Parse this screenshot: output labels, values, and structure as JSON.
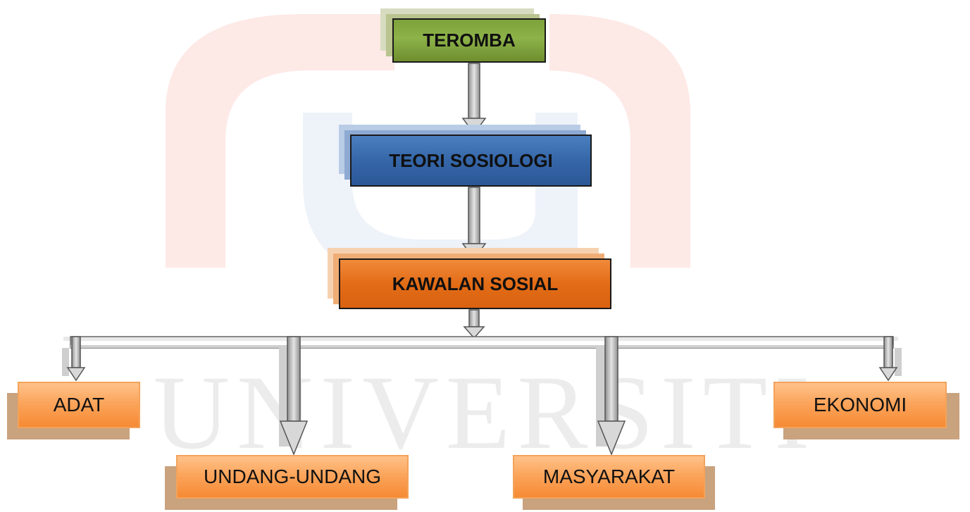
{
  "watermark": {
    "text": "UNIVERSITI"
  },
  "nodes": {
    "root": "TEROMBA",
    "level2": "TEORI SOSIOLOGI",
    "level3": "KAWALAN SOSIAL",
    "leaves": [
      "ADAT",
      "UNDANG-UNDANG",
      "MASYARAKAT",
      "EKONOMI"
    ]
  },
  "colors": {
    "root_fill": "#8db249",
    "level2_fill": "#3566a8",
    "level3_fill": "#e36c17",
    "leaf_fill": "#fba55c",
    "leaf_shadow": "#c9a27e",
    "arrow": "#a9a9a9"
  }
}
